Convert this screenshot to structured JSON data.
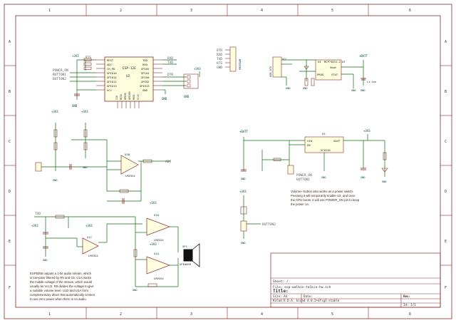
{
  "frame": {
    "column_labels": [
      "1",
      "2",
      "3",
      "4",
      "5",
      "6"
    ],
    "row_labels": [
      "A",
      "B",
      "C",
      "D",
      "E",
      "F"
    ]
  },
  "esp_module": {
    "ref": "U2",
    "value": "ESP-12E",
    "left_pins": [
      "REST",
      "ADC",
      "CH_PD",
      "GPIO16",
      "GPIO14",
      "GPIO12",
      "GPIO13",
      "VCC"
    ],
    "right_pins": [
      "TXD",
      "RXD",
      "GPIO5",
      "GPIO4",
      "GPIO0",
      "GPIO2",
      "GPIO15",
      "GND"
    ],
    "bottom_pins": [
      "CS0",
      "MISO",
      "GPIO9",
      "GPIO10",
      "MOSI",
      "SCLK"
    ],
    "nets": {
      "rts": "RTS",
      "rxd": "RXD",
      "txd": "TXD",
      "dtr": "DTR",
      "power_on": "POWER_ON",
      "button1": "BUTTON1",
      "button2": "BUTTON2"
    }
  },
  "power": {
    "v33": "+3V3",
    "gnd": "GND",
    "vbatt": "+BATT"
  },
  "programmer_header": {
    "pins": [
      "DTR",
      "RXD",
      "TXD",
      "RTS",
      "GND"
    ],
    "label": "PROGRAM"
  },
  "charger": {
    "ref": "U4",
    "value": "MCP73831-2-OT",
    "pins": [
      "Vbat",
      "PROG",
      "STAT"
    ],
    "connector": "USB_OTG",
    "battery": "Li-ion",
    "vcc": "VCC"
  },
  "regulator": {
    "ref": "U3",
    "value": "XC6210",
    "pins": [
      "VIN",
      "EN",
      "VOUT"
    ]
  },
  "mic_amp": {
    "ref": "U1B",
    "value": "LMV324",
    "output_net": "ADC"
  },
  "audio_filter": {
    "ref": "U1C",
    "value": "LMV324"
  },
  "speaker_drivers": [
    {
      "ref": "U1D",
      "value": "LMV324"
    },
    {
      "ref": "U1A",
      "value": "LMV324"
    }
  ],
  "speaker": {
    "ref": "SP1",
    "label": "SPEAKER"
  },
  "switches": {
    "power_on": "POWER_ON",
    "button1": "BUTTON1",
    "button2": "BUTTON2"
  },
  "notes": {
    "power_note": [
      "Volume+ button also works as a power switch.",
      "Pressing it will temporarily enable U3, and once",
      "the CPU boots, it will use POWER_ON pin to keep",
      "the power on."
    ],
    "audio_note": [
      "ESP8266 outputs a 1-bit audio stream, which",
      "is low-pass filtered by R5 and C5. U1A tracks",
      "the middle voltage of the stream, which would",
      "usually be Vcc/2. R9 divides the voltage to give",
      "a suitable volume level. U1D and U1A form",
      "complementary driver that automatically centers",
      "to use zero power when there is no audio."
    ]
  },
  "title_block": {
    "sheet": "Sheet: /",
    "file": "File: esp-walkie-talkie-hw.sch",
    "title_label": "Title:",
    "size": "Size: A4",
    "date_label": "Date:",
    "rev_label": "Rev:",
    "kicad": "KiCad E.D.A.  kicad 4.0.2+dfsg1-stable",
    "id": "Id: 1/1"
  }
}
